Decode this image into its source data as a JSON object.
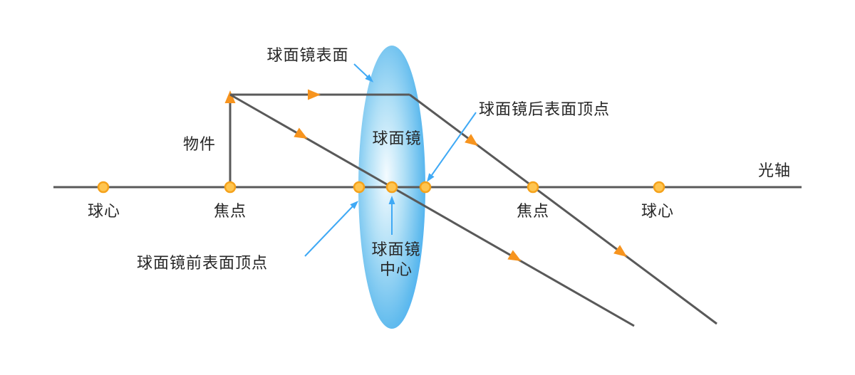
{
  "labels": {
    "mirror_surface": "球面镜表面",
    "mirror": "球面镜",
    "rear_vertex": "球面镜后表面顶点",
    "front_vertex": "球面镜前表面顶点",
    "mirror_center_line1": "球面镜",
    "mirror_center_line2": "中心",
    "object": "物件",
    "optical_axis": "光轴",
    "sphere_center_left": "球心",
    "focal_point_left": "焦点",
    "focal_point_right": "焦点",
    "sphere_center_right": "球心"
  },
  "colors": {
    "ray_line": "#595959",
    "point_fill": "#FFC550",
    "point_stroke": "#F5A21B",
    "arrowhead_orange": "#F7941E",
    "annotation_blue": "#3FA9F5",
    "lens_blue": "#3FA9F5",
    "text": "#262626",
    "background": "#FFFFFF"
  }
}
